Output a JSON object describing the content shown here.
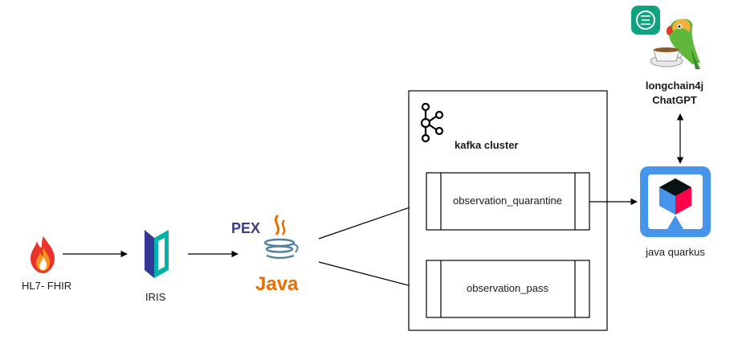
{
  "nodes": {
    "fhir": {
      "label": "HL7- FHIR"
    },
    "iris": {
      "label": "IRIS"
    },
    "pex": {
      "label": "PEX",
      "java_label": "Java"
    },
    "kafka": {
      "title": "kafka cluster",
      "topics": [
        {
          "label": "observation_quarantine"
        },
        {
          "label": "observation_pass"
        }
      ]
    },
    "quarkus": {
      "label": "java quarkus"
    },
    "langchain": {
      "line1": "longchain4j",
      "line2": "ChatGPT"
    }
  },
  "colors": {
    "pex_purple": "#3b3990",
    "java_red": "#e76f00",
    "java_blue": "#5382a1",
    "quarkus_blue": "#4695eb",
    "quarkus_red": "#ff004a",
    "iris_blue": "#00b2a9",
    "iris_navy": "#333695",
    "openai_green": "#10a37f"
  },
  "icons": [
    "fire-icon",
    "iris-logo-icon",
    "java-cup-icon",
    "kafka-icon",
    "quarkus-icon",
    "openai-icon",
    "parrot-icon"
  ]
}
